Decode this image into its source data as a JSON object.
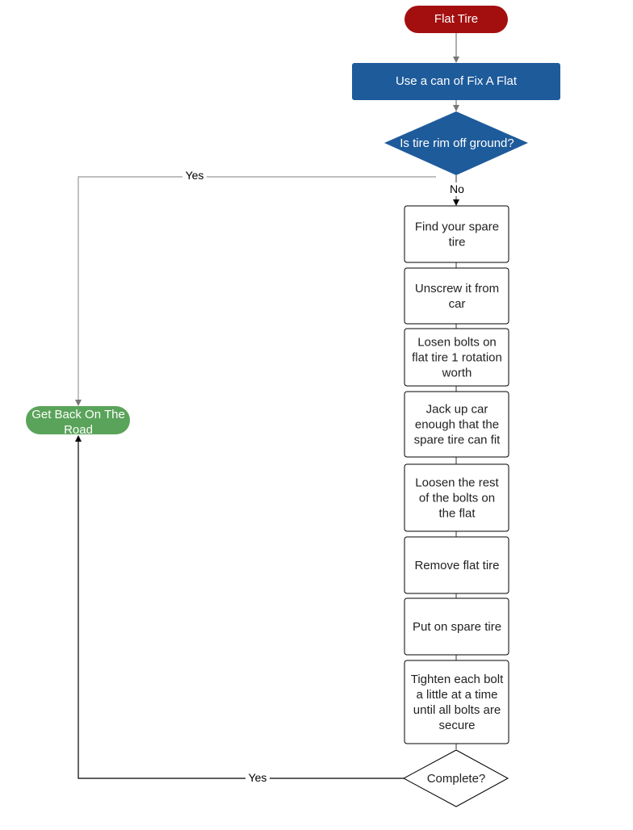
{
  "diagram": {
    "start": {
      "label": "Flat Tire",
      "color": "#a30f0f"
    },
    "fix_a_flat": {
      "label": "Use a can of Fix A Flat",
      "color": "#1e5b9b"
    },
    "decision_rim": {
      "label": "Is tire rim off ground?",
      "color": "#1e5b9b"
    },
    "edge_yes_top": "Yes",
    "edge_no": "No",
    "steps": [
      {
        "lines": [
          "Find your spare",
          "tire"
        ]
      },
      {
        "lines": [
          "Unscrew it from",
          "car"
        ]
      },
      {
        "lines": [
          "Losen bolts on",
          "flat tire 1 rotation",
          "worth"
        ]
      },
      {
        "lines": [
          "Jack up car",
          "enough that the",
          "spare tire can fit"
        ]
      },
      {
        "lines": [
          "Loosen the rest",
          "of the bolts on",
          "the flat"
        ]
      },
      {
        "lines": [
          "Remove flat tire"
        ]
      },
      {
        "lines": [
          "Put on spare tire"
        ]
      },
      {
        "lines": [
          "Tighten each bolt",
          "a little at a time",
          "until all bolts are",
          "secure"
        ]
      }
    ],
    "decision_complete": {
      "label": "Complete?"
    },
    "edge_yes_bottom": "Yes",
    "end": {
      "lines": [
        "Get Back On The",
        "Road"
      ],
      "color": "#5aa35a"
    }
  }
}
